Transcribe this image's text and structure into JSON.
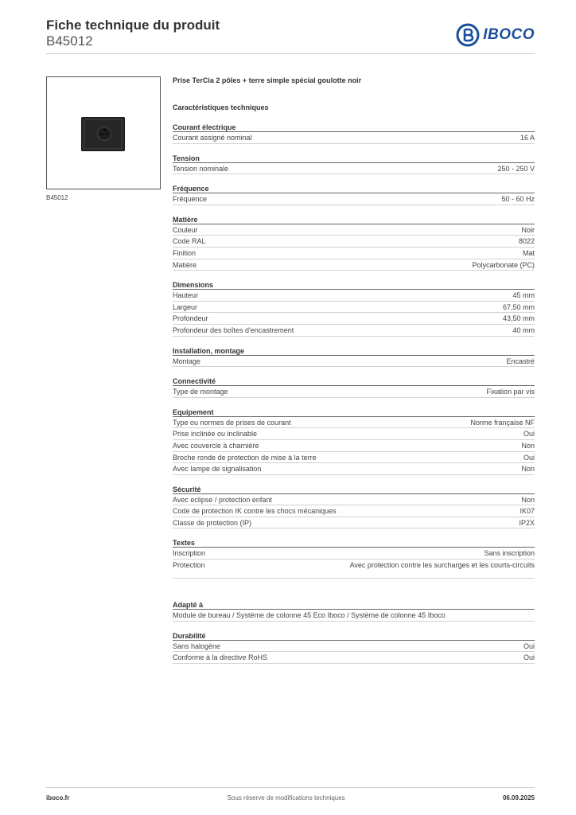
{
  "header": {
    "title": "Fiche technique du produit",
    "code": "B45012",
    "logo_text": "IBOCO",
    "logo_icon": "iboco-logo-icon",
    "brand_color": "#1b4f9c"
  },
  "product": {
    "image_caption": "B45012",
    "name": "Prise TerCia 2 pôles + terre simple spécial goulotte noir"
  },
  "tech_title": "Caractéristiques techniques",
  "groups": [
    {
      "title": "Courant électrique",
      "rows": [
        {
          "label": "Courant assigné nominal",
          "value": "16 A"
        }
      ]
    },
    {
      "title": "Tension",
      "rows": [
        {
          "label": "Tension nominale",
          "value": "250 - 250 V"
        }
      ]
    },
    {
      "title": "Fréquence",
      "rows": [
        {
          "label": "Fréquence",
          "value": "50 - 60 Hz"
        }
      ]
    },
    {
      "title": "Matière",
      "rows": [
        {
          "label": "Couleur",
          "value": "Noir"
        },
        {
          "label": "Code RAL",
          "value": "8022"
        },
        {
          "label": "Finition",
          "value": "Mat"
        },
        {
          "label": "Matière",
          "value": "Polycarbonate (PC)"
        }
      ]
    },
    {
      "title": "Dimensions",
      "rows": [
        {
          "label": "Hauteur",
          "value": "45 mm"
        },
        {
          "label": "Largeur",
          "value": "67,50 mm"
        },
        {
          "label": "Profondeur",
          "value": "43,50 mm"
        },
        {
          "label": "Profondeur des boîtes d'encastrement",
          "value": "40 mm"
        }
      ]
    },
    {
      "title": "Installation, montage",
      "rows": [
        {
          "label": "Montage",
          "value": "Encastré"
        }
      ]
    },
    {
      "title": "Connectivité",
      "rows": [
        {
          "label": "Type de montage",
          "value": "Fixation par vis"
        }
      ]
    },
    {
      "title": "Equipement",
      "rows": [
        {
          "label": "Type ou normes de prises de courant",
          "value": "Norme française NF"
        },
        {
          "label": "Prise inclinée ou inclinable",
          "value": "Oui"
        },
        {
          "label": "Avec couvercle à charnière",
          "value": "Non"
        },
        {
          "label": "Broche ronde de protection de mise à la terre",
          "value": "Oui"
        },
        {
          "label": "Avec lampe de signalisation",
          "value": "Non"
        }
      ]
    },
    {
      "title": "Sécurité",
      "rows": [
        {
          "label": "Avec eclipse / protection enfant",
          "value": "Non"
        },
        {
          "label": "Code de protection IK contre les chocs mécaniques",
          "value": "IK07"
        },
        {
          "label": "Classe de protection (IP)",
          "value": "IP2X"
        }
      ]
    },
    {
      "title": "Textes",
      "rows": [
        {
          "label": "Inscription",
          "value": "Sans inscription"
        },
        {
          "label": "Protection",
          "value": "Avec protection contre les surcharges et les courts-circuits"
        }
      ]
    }
  ],
  "adapte": {
    "title": "Adapté à",
    "text": "Module de bureau / Système de colonne 45 Eco Iboco / Système de colonne 45 Iboco"
  },
  "durabilite": {
    "title": "Durabilité",
    "rows": [
      {
        "label": "Sans halogène",
        "value": "Oui"
      },
      {
        "label": "Conforme à la directive RoHS",
        "value": "Oui"
      }
    ]
  },
  "footer": {
    "site": "iboco.fr",
    "note": "Sous réserve de modifications techniques",
    "date": "06.09.2025"
  }
}
